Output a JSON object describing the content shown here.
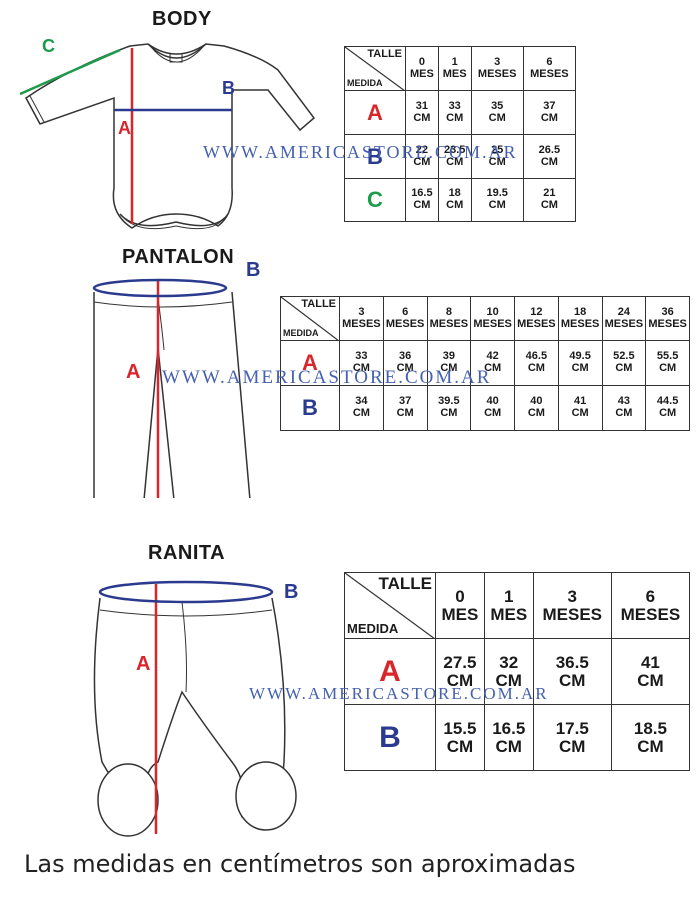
{
  "body": {
    "title": "BODY",
    "labels": {
      "a": "A",
      "b": "B",
      "c": "C"
    },
    "header_talle": "TALLE",
    "header_medida": "MEDIDA",
    "sizes": [
      [
        "0",
        "MES"
      ],
      [
        "1",
        "MES"
      ],
      [
        "3",
        "MESES"
      ],
      [
        "6",
        "MESES"
      ]
    ],
    "rows": [
      {
        "label": "A",
        "values": [
          [
            "31",
            "CM"
          ],
          [
            "33",
            "CM"
          ],
          [
            "35",
            "CM"
          ],
          [
            "37",
            "CM"
          ]
        ]
      },
      {
        "label": "B",
        "values": [
          [
            "22",
            "CM"
          ],
          [
            "23.5",
            "CM"
          ],
          [
            "25",
            "CM"
          ],
          [
            "26.5",
            "CM"
          ]
        ]
      },
      {
        "label": "C",
        "values": [
          [
            "16.5",
            "CM"
          ],
          [
            "18",
            "CM"
          ],
          [
            "19.5",
            "CM"
          ],
          [
            "21",
            "CM"
          ]
        ]
      }
    ]
  },
  "pantalon": {
    "title": "PANTALON",
    "labels": {
      "a": "A",
      "b": "B"
    },
    "header_talle": "TALLE",
    "header_medida": "MEDIDA",
    "sizes": [
      [
        "3",
        "MESES"
      ],
      [
        "6",
        "MESES"
      ],
      [
        "8",
        "MESES"
      ],
      [
        "10",
        "MESES"
      ],
      [
        "12",
        "MESES"
      ],
      [
        "18",
        "MESES"
      ],
      [
        "24",
        "MESES"
      ],
      [
        "36",
        "MESES"
      ]
    ],
    "rows": [
      {
        "label": "A",
        "values": [
          [
            "33",
            "CM"
          ],
          [
            "36",
            "CM"
          ],
          [
            "39",
            "CM"
          ],
          [
            "42",
            "CM"
          ],
          [
            "46.5",
            "CM"
          ],
          [
            "49.5",
            "CM"
          ],
          [
            "52.5",
            "CM"
          ],
          [
            "55.5",
            "CM"
          ]
        ]
      },
      {
        "label": "B",
        "values": [
          [
            "34",
            "CM"
          ],
          [
            "37",
            "CM"
          ],
          [
            "39.5",
            "CM"
          ],
          [
            "40",
            "CM"
          ],
          [
            "40",
            "CM"
          ],
          [
            "41",
            "CM"
          ],
          [
            "43",
            "CM"
          ],
          [
            "44.5",
            "CM"
          ]
        ]
      }
    ]
  },
  "ranita": {
    "title": "RANITA",
    "labels": {
      "a": "A",
      "b": "B"
    },
    "header_talle": "TALLE",
    "header_medida": "MEDIDA",
    "sizes": [
      [
        "0",
        "MES"
      ],
      [
        "1",
        "MES"
      ],
      [
        "3",
        "MESES"
      ],
      [
        "6",
        "MESES"
      ]
    ],
    "rows": [
      {
        "label": "A",
        "values": [
          [
            "27.5",
            "CM"
          ],
          [
            "32",
            "CM"
          ],
          [
            "36.5",
            "CM"
          ],
          [
            "41",
            "CM"
          ]
        ]
      },
      {
        "label": "B",
        "values": [
          [
            "15.5",
            "CM"
          ],
          [
            "16.5",
            "CM"
          ],
          [
            "17.5",
            "CM"
          ],
          [
            "18.5",
            "CM"
          ]
        ]
      }
    ]
  },
  "watermark": "WWW.AMERICASTORE.COM.AR",
  "footer": "Las medidas en centímetros son aproximadas",
  "colors": {
    "a": "#d8262b",
    "b": "#2a3a8f",
    "c": "#1d9a4a",
    "outline": "#333333"
  }
}
